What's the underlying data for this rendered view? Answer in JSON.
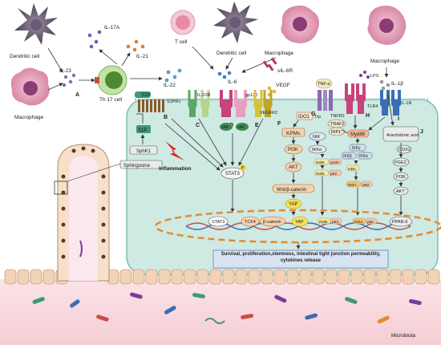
{
  "cells": {
    "dendritic_cell_1": "Dendritic cell",
    "macrophage_1": "Macrophage",
    "th17_cell": "Th 17 cell",
    "t_cell": "T cell",
    "dendritic_cell_2": "Dendritic cell",
    "macrophage_2": "Macrophage",
    "macrophage_3": "Macrophage"
  },
  "cytokines": {
    "il23": "IL-23",
    "il17a": "IL-17A",
    "il21": "IL-21",
    "il22": "IL-22",
    "il6": "IL-6",
    "sil6r": "sIL-6R",
    "vegf": "VEGF",
    "tnfa": "TNF-α",
    "lps": "LPS",
    "il1b": "IL-1β"
  },
  "panel_letters": {
    "A": "A",
    "B": "B",
    "C": "C",
    "D": "D",
    "E": "E",
    "F": "F",
    "G": "G",
    "H": "H",
    "I": "I",
    "J": "J"
  },
  "receptors": {
    "s1pr1": "S1PR1",
    "il22r": "IL-22R",
    "gp130": "gp130",
    "vegfr2": "VEGFR2",
    "tnfr2": "TNFR2",
    "tlr4": "TLR4",
    "il1r": "IL-1R"
  },
  "left_pathway": {
    "s1p_top": "S1P",
    "s1p": "S1P",
    "sphk1": "SphK1",
    "sphingosine": "Sphingosine",
    "inflammation": "Inflammation"
  },
  "nodes": {
    "jak1": "JAK",
    "jak2": "JAK",
    "stat3": "STAT3",
    "ido1": "IDO1",
    "trp": "Trp",
    "kpms": "KPMs",
    "pi3k": "PI3K",
    "akt": "AKT",
    "wnt": "Wnt/β-catenin",
    "yap": "YAP",
    "traf2": "TRAF2",
    "rip1": "RIP1",
    "nik": "NIK",
    "ikka_left": "IKKα",
    "ikkg": "IKKγ",
    "ikkb": "IKKβ",
    "ikka": "IKKα",
    "ikbalpha": "IκBα",
    "relb_p52": "RelB",
    "p52": "p52",
    "rela_p50": "RelA",
    "p50": "p50",
    "myd88": "Myd88",
    "arachidonic": "Arachidonic acid",
    "cox2": "COX2",
    "pge2": "PGE2",
    "pi3k_right": "PI3K",
    "akt_right": "AKT",
    "ppar": "PPAR-δ",
    "p100": "p100",
    "relb_box": "RelB",
    "relb_box2": "RelB"
  },
  "dna_factors": {
    "stat3": "STAT3",
    "tcf4": "TCF4",
    "bcat": "β-catenin",
    "yap": "YAP",
    "relb": "RelB",
    "p52": "p52",
    "rela": "RelA",
    "p50": "p50",
    "ppar": "PPAR-δ"
  },
  "outcome": "Survival, proliferation,stemness, intestinal tight junction permeability, cytokines release",
  "microbiota": "Microbiota",
  "phospho_mark": "P",
  "colors": {
    "cell_bg": "#cfe9e3",
    "cell_border": "#7fbfb5",
    "receptor_green": "#5aa868",
    "receptor_pink": "#c9427a",
    "receptor_blue": "#3b6db3",
    "dna_orange": "#e58a2c",
    "phospho": "#f1d33a"
  }
}
